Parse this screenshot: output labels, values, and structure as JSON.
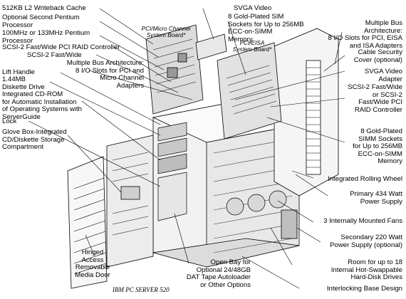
{
  "caption": "IBM PC SERVER 520",
  "board_labels": {
    "pci_microchannel": "PCI/Micro Channel\nSystem Board*",
    "pci_eisa": "PCI/EISA\nSystem Board*"
  },
  "left_callouts": [
    "512KB L2 Writeback Cache",
    "Optional Second Pentium\nProcessor",
    "100MHz or 133MHz Pentium\nProcessor",
    "SCSI-2 Fast/Wide PCI RAID Controller",
    "SCSI-2 Fast/Wide",
    "Multiple Bus Architecture:\n8 I/O Slots for PCI and\nMicro Channel\nAdapters",
    "Lift Handle",
    "1.44MB\nDiskette Drive",
    "Integrated CD-ROM\nfor Automatic Installation\nof Operating Systems with\nServerGuide",
    "Lock",
    "Glove Box-Integrated\nCD/Diskette Storage\nCompartment",
    "Hinged\nAccess\nRemovable\nMedia Door"
  ],
  "top_callouts": [
    "SVGA Video",
    "8 Gold-Plated SIM\nSockets for Up to 256MB\nECC-on-SIMM\nMemory"
  ],
  "right_callouts": [
    "Multiple Bus\nArchitecture:\n8 I/O Slots for PCI, EISA\nand ISA Adapters",
    "Cable Security\nCover (optional)",
    "SVGA Video\nAdapter",
    "SCSI-2 Fast/Wide\nor SCSI-2\nFast/Wide PCI\nRAID Controller",
    "8 Gold-Plated\nSIMM Sockets\nfor Up to 256MB\nECC-on-SIMM\nMemory",
    "Integrated Rolling Wheel",
    "Primary 434 Watt\nPower Supply",
    "3 Internally Mounted Fans",
    "Secondary 220 Watt\nPower Supply (optional)",
    "Room for up to 18\nInternal Hot-Swappable\nHard-Disk Drives",
    "Interlocking Base Design"
  ],
  "bottom_callouts": [
    "Open Bay for\nOptional 24/48GB\nDAT Tape Autoloader\nor Other Options"
  ]
}
